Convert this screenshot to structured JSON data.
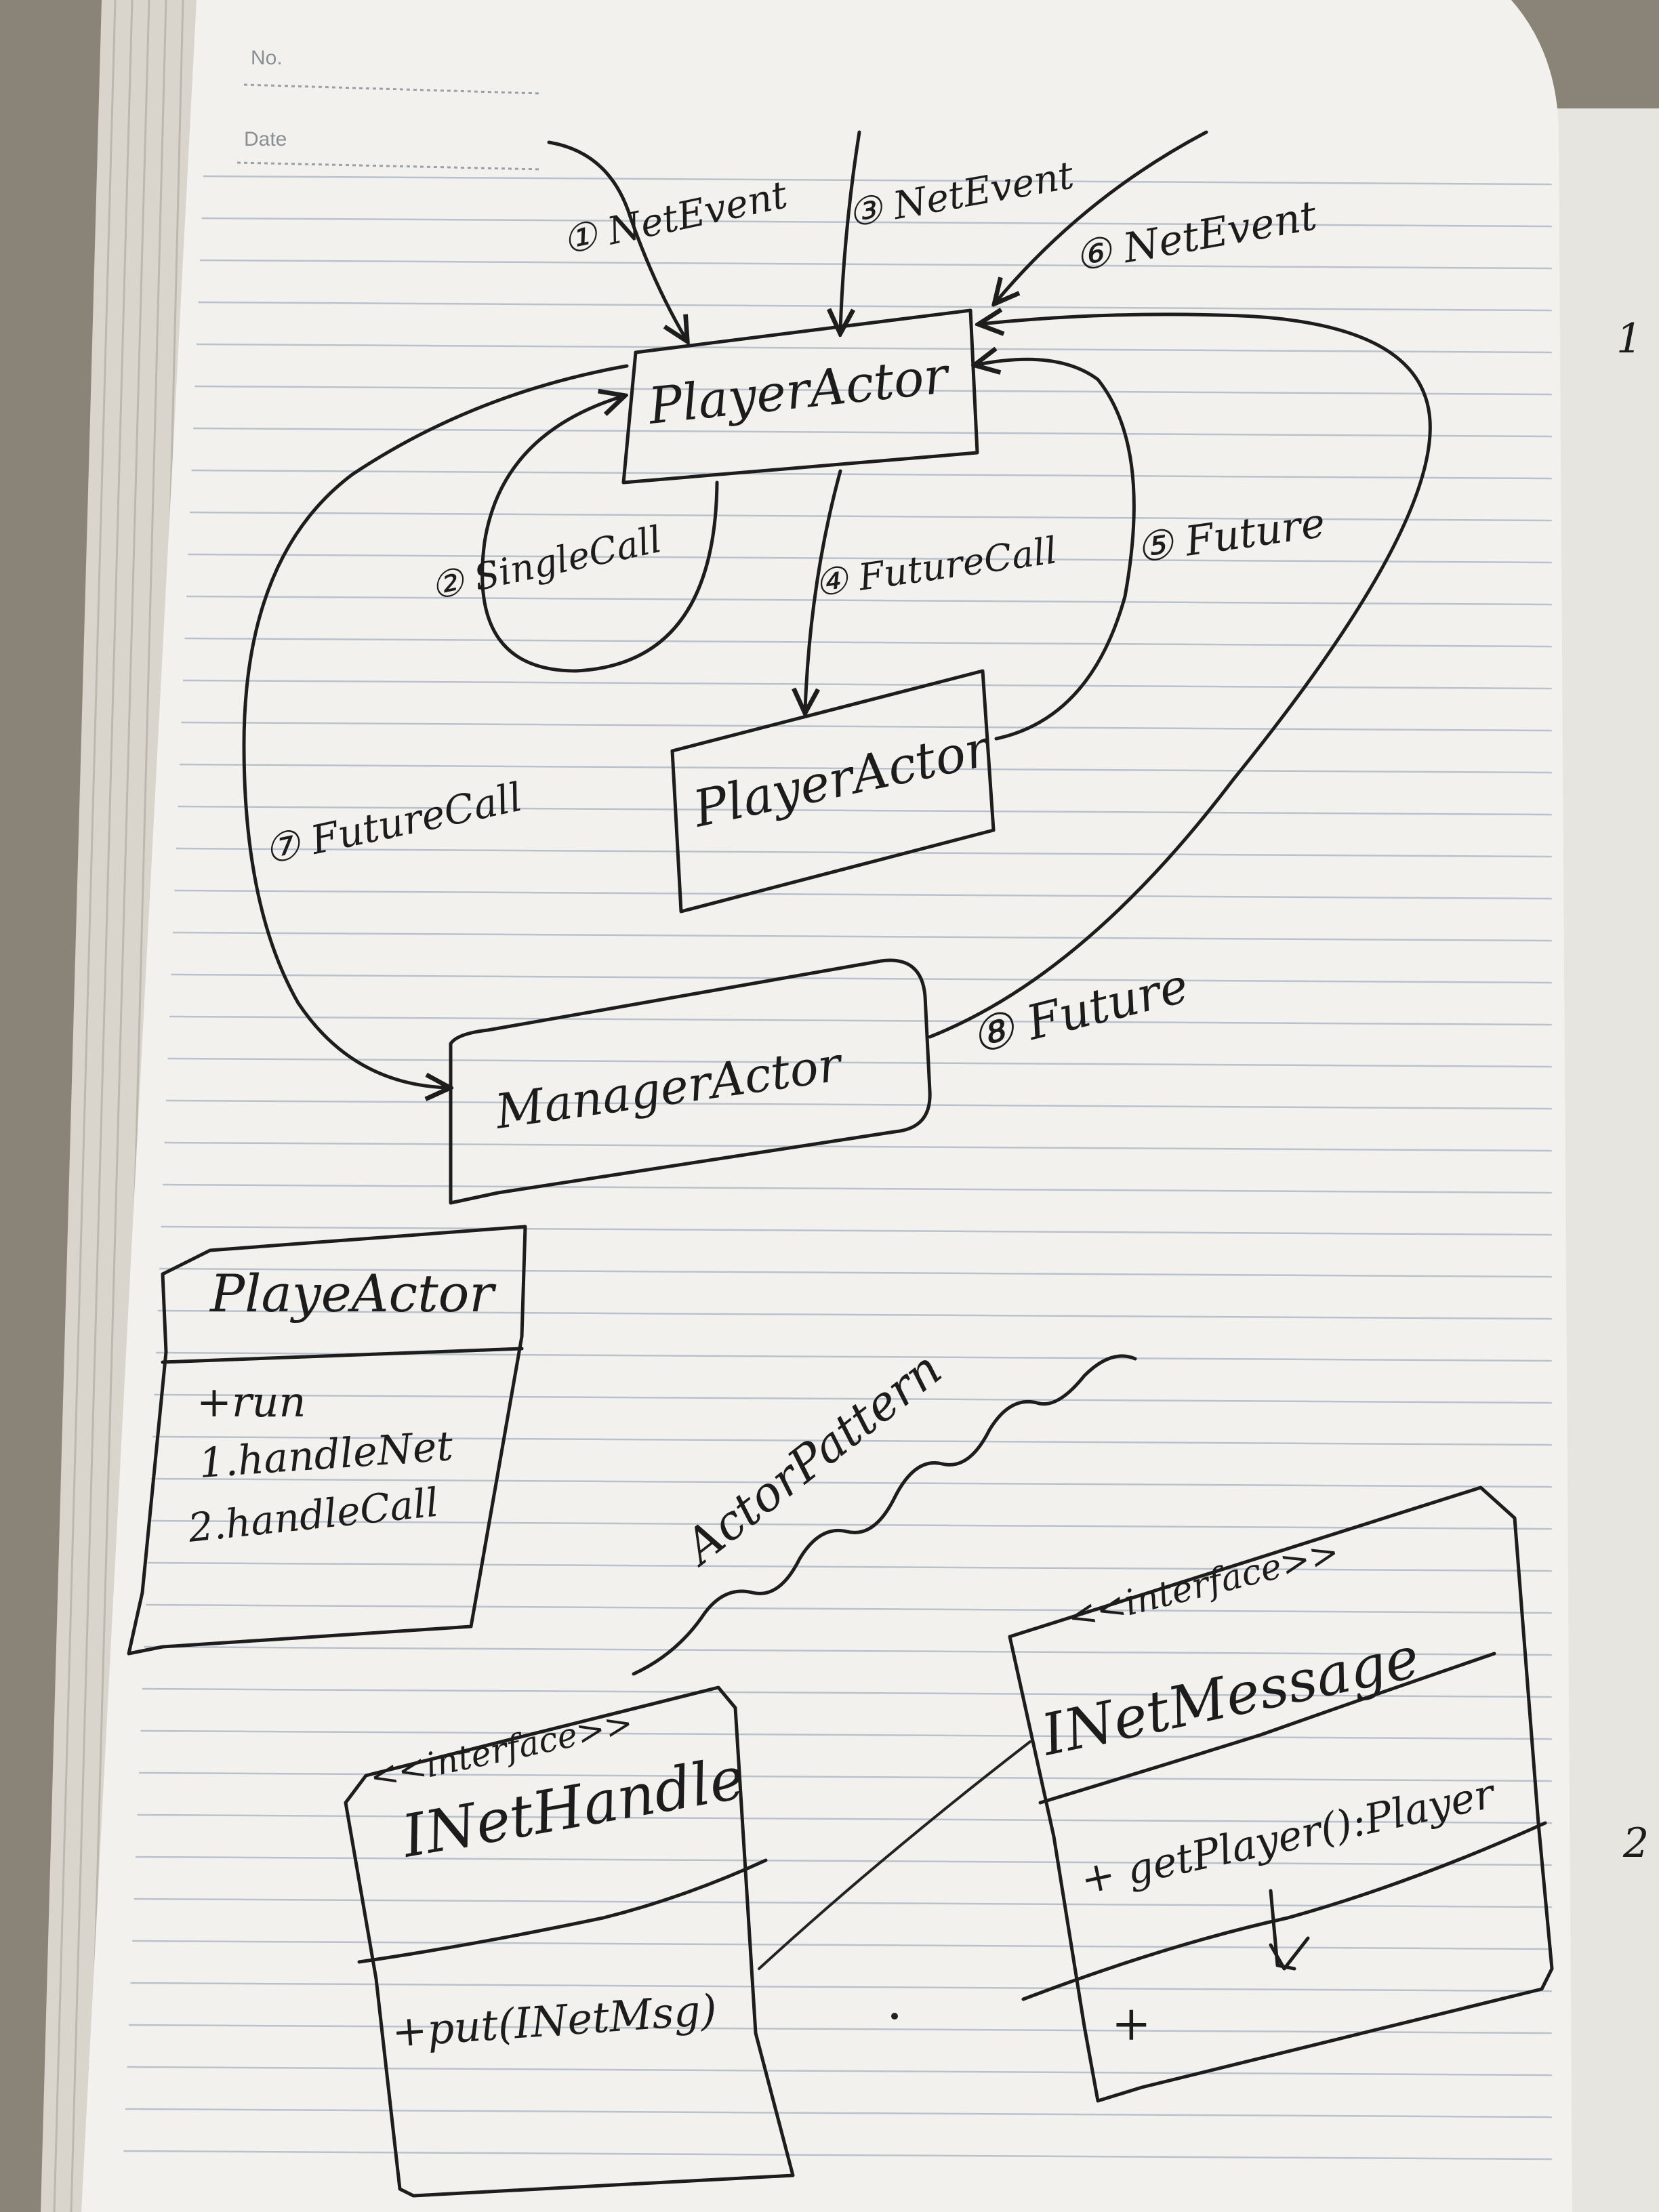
{
  "header": {
    "no_label": "No.",
    "date_label": "Date"
  },
  "diagram": {
    "nodes": {
      "player_actor_top": "PlayerActor",
      "player_actor_mid": "PlayerActor",
      "manager_actor": "ManagerActor"
    },
    "edges": {
      "e1": "① NetEvent",
      "e2": "② SingleCall",
      "e3": "③ NetEvent",
      "e4": "④ FutureCall",
      "e5": "⑤ Future",
      "e6": "⑥ NetEvent",
      "e7": "⑦ FutureCall",
      "e8": "⑧ Future"
    }
  },
  "class_box": {
    "title": "PlayeActor",
    "methods": [
      "+run",
      "1.handleNet",
      "2.handleCall"
    ]
  },
  "pattern_label": "ActorPattern",
  "interface_handle": {
    "stereotype": "<<interface>>",
    "name": "INetHandle",
    "method": "+put(INetMsg)"
  },
  "interface_message": {
    "stereotype": "<<interface>>",
    "name": "INetMessage",
    "method": "+ getPlayer():Player",
    "extra": "+"
  },
  "margin_marks": {
    "right_top": "1",
    "right_bottom": "2"
  }
}
